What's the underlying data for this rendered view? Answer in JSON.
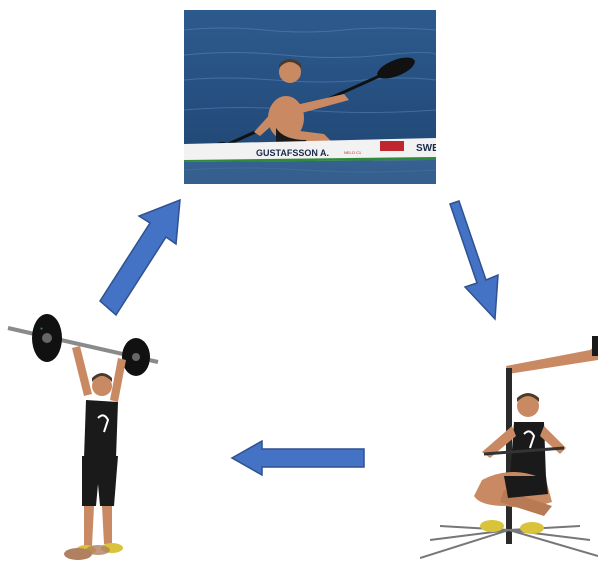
{
  "kayak_photo": {
    "hull_name": "GUSTAFSSON A.",
    "hull_country": "SWE",
    "hull_small": "NELO C1"
  },
  "colors": {
    "arrow_fill": "#4472c4",
    "arrow_stroke": "#2f528f",
    "water": "#3b6595",
    "skin": "#c98a63",
    "shirt": "#1a1a1a",
    "shoe": "#d8c33a"
  },
  "icons": {
    "arrow_top_left": "arrow-up-right-icon",
    "arrow_top_right": "arrow-down-right-icon",
    "arrow_bottom": "arrow-left-icon"
  }
}
